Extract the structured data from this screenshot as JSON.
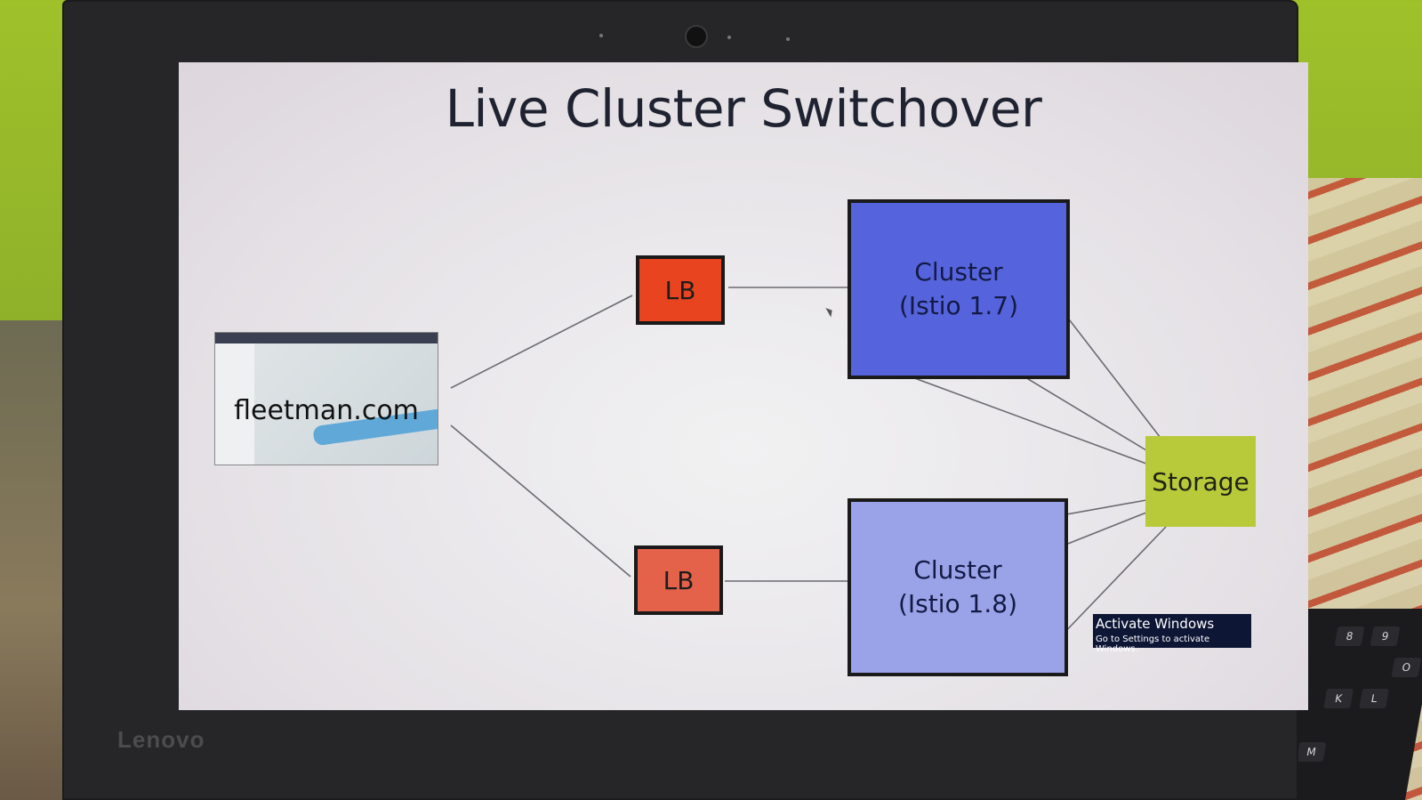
{
  "slide": {
    "title": "Live Cluster Switchover",
    "website_label": "fleetman.com",
    "lb_top_label": "LB",
    "lb_bottom_label": "LB",
    "cluster_top_label": "Cluster\n(Istio 1.7)",
    "cluster_bottom_label": "Cluster\n(Istio 1.8)",
    "storage_label": "Storage"
  },
  "watermark": {
    "line1": "Activate Windows",
    "line2": "Go to Settings to activate Windows."
  },
  "laptop": {
    "brand": "Lenovo"
  },
  "keyboard": {
    "keys": [
      "8",
      "9",
      "K",
      "L",
      "O",
      "M"
    ]
  },
  "colors": {
    "lb_top": "#e8441f",
    "lb_bottom": "#e5624a",
    "cluster_top": "#5564dc",
    "cluster_bottom": "#9aa3e8",
    "storage": "#b8c93a"
  }
}
